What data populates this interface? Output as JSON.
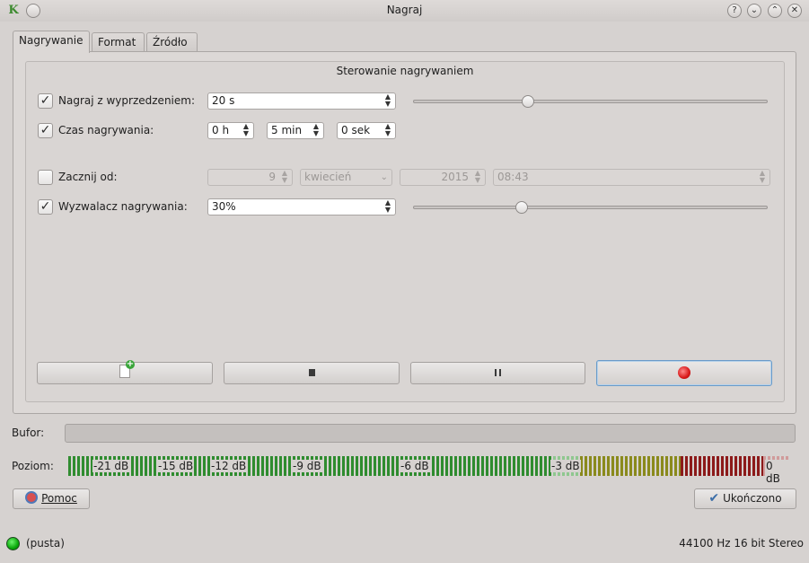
{
  "window": {
    "title": "Nagraj",
    "controls": {
      "help": "?",
      "shade": "⌄",
      "maximize": "⌃",
      "close": "✕"
    },
    "app_icon": "kwave-icon"
  },
  "tabs": [
    {
      "label": "Nagrywanie",
      "active": true
    },
    {
      "label": "Format",
      "active": false
    },
    {
      "label": "Źródło",
      "active": false
    }
  ],
  "group_title": "Sterowanie nagrywaniem",
  "pre_record": {
    "checked": true,
    "label": "Nagraj z wyprzedzeniem:",
    "value": "20 s",
    "slider_fraction": 0.32
  },
  "record_time": {
    "checked": true,
    "label": "Czas nagrywania:",
    "hours": "0 h",
    "minutes": "5 min",
    "seconds": "0 sek"
  },
  "start_at": {
    "checked": false,
    "label": "Zacznij od:",
    "day": "9",
    "month": "kwiecień",
    "year": "2015",
    "time": "08:43"
  },
  "trigger": {
    "checked": true,
    "label": "Wyzwalacz nagrywania:",
    "value": "30%",
    "slider_fraction": 0.3
  },
  "buttons": {
    "new_icon": "new-document-icon",
    "stop_icon": "stop-icon",
    "pause_icon": "pause-icon",
    "record_icon": "record-icon"
  },
  "buffer": {
    "label": "Bufor:",
    "fraction": 0.0
  },
  "level": {
    "label": "Poziom:",
    "db_labels": [
      "-21 dB",
      "-15 dB",
      "-12 dB",
      "-9 dB",
      "-6 dB",
      "-3 dB",
      "0 dB"
    ]
  },
  "help_button": "Pomoc",
  "done_button": "Ukończono",
  "status": {
    "text": "(pusta)",
    "format": "44100 Hz 16 bit Stereo",
    "led_color": "#0aa80a"
  },
  "colors": {
    "window_bg": "#d6d2d0",
    "meter_green": "#2f8c2f",
    "meter_yellow": "#8a8a1c",
    "meter_red": "#8c1a1a"
  }
}
